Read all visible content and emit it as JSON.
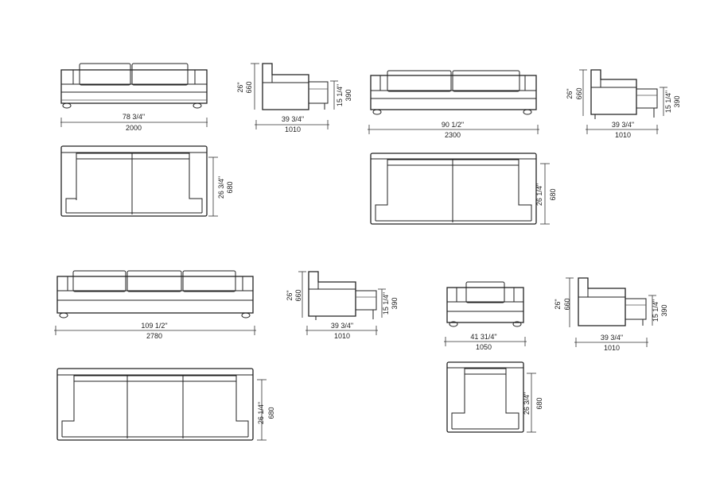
{
  "views": {
    "sofa_2000": {
      "front_width_in": "78 3/4\"",
      "front_width_mm": "2000",
      "plan_depth_in": "26 3/4\"",
      "plan_depth_mm": "680"
    },
    "side_1": {
      "height_in": "26\"",
      "height_mm": "660",
      "seat_in": "15 1/4\"",
      "seat_mm": "390",
      "depth_in": "39 3/4\"",
      "depth_mm": "1010"
    },
    "sofa_2300": {
      "front_width_in": "90 1/2\"",
      "front_width_mm": "2300",
      "plan_depth_in": "26 1/4\"",
      "plan_depth_mm": "680"
    },
    "side_2": {
      "height_in": "26\"",
      "height_mm": "660",
      "seat_in": "15 1/4\"",
      "seat_mm": "390",
      "depth_in": "39 3/4\"",
      "depth_mm": "1010"
    },
    "sofa_2780": {
      "front_width_in": "109 1/2\"",
      "front_width_mm": "2780",
      "plan_depth_in": "26 1/4\"",
      "plan_depth_mm": "680"
    },
    "side_3": {
      "height_in": "26\"",
      "height_mm": "660",
      "seat_in": "15 1/4\"",
      "seat_mm": "390",
      "depth_in": "39 3/4\"",
      "depth_mm": "1010"
    },
    "armchair_1050": {
      "front_width_in": "41 31/4\"",
      "front_width_mm": "1050",
      "plan_depth_in": "26 3/4\"",
      "plan_depth_mm": "680"
    },
    "side_4": {
      "height_in": "26\"",
      "height_mm": "660",
      "seat_in": "15 1/4\"",
      "seat_mm": "390",
      "depth_in": "39 3/4\"",
      "depth_mm": "1010"
    }
  }
}
